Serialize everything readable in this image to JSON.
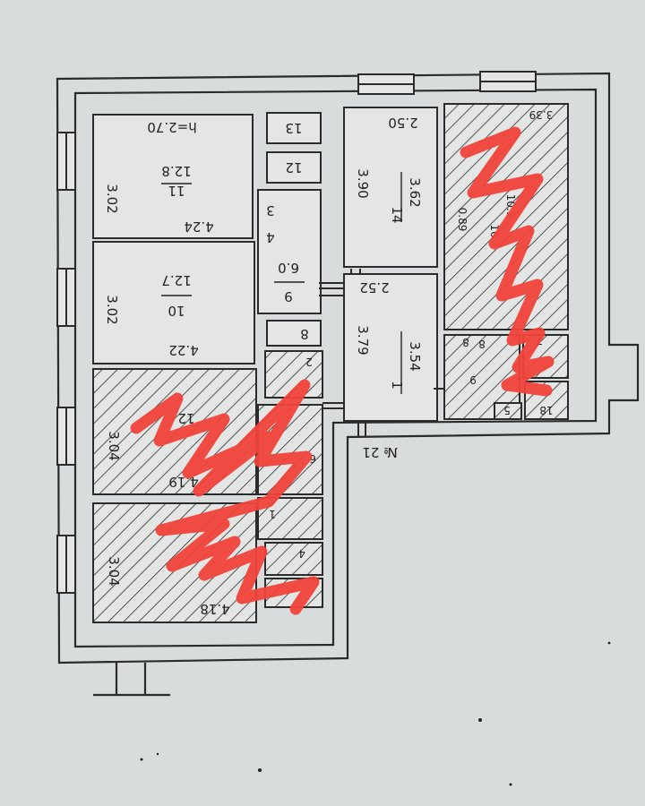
{
  "plan": {
    "ceiling_height": "h=2.70",
    "apartment_number": "№ 21",
    "colors": {
      "paper": "#d9dcdc",
      "line": "#2b2b2b",
      "scribble": "#f1433a"
    },
    "rooms": {
      "r11": {
        "number": "11",
        "area": "12.8",
        "width": "4.24",
        "depth": "3.02"
      },
      "r10": {
        "number": "10",
        "area": "12.7",
        "width": "4.22",
        "depth": "3.02"
      },
      "r14": {
        "number": "14",
        "area": "3.62",
        "width": "2.50",
        "depth": "3.90"
      },
      "r1": {
        "number": "1",
        "area": "3.54",
        "width": "2.52",
        "depth": "3.79"
      },
      "r9": {
        "number": "9",
        "area": "6.0"
      },
      "r3": {
        "number": "3",
        "area": "4"
      },
      "r13": {
        "number": "13"
      },
      "r12": {
        "number": "12"
      },
      "r8": {
        "number": "8"
      },
      "hatched_top_right": {
        "width": "3.39",
        "side": "0.89",
        "number": "16",
        "area": "10.9"
      },
      "hatched_left_1": {
        "width": "4.19",
        "depth": "3.04",
        "number": "12"
      },
      "hatched_left_2": {
        "width": "4.18",
        "depth": "3.04"
      },
      "small_cells": [
        "2",
        "6",
        "1",
        "4",
        "8",
        "9",
        "8",
        "7",
        "5",
        "18"
      ]
    }
  }
}
